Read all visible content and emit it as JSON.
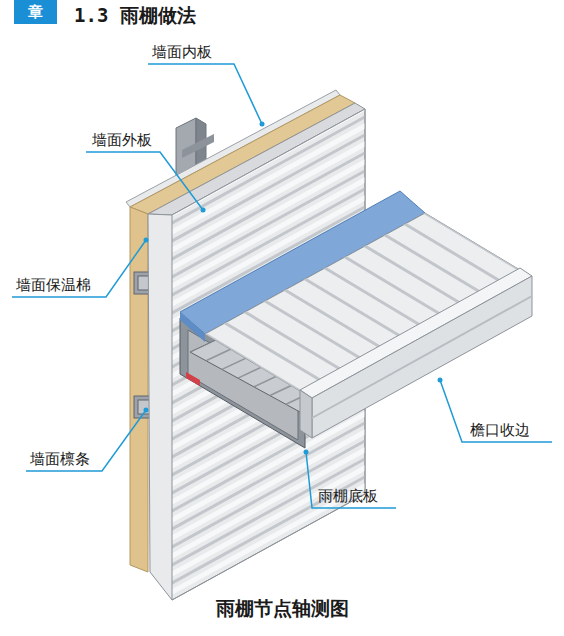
{
  "diagram": {
    "title": "1.3 雨棚做法",
    "caption": "雨棚节点轴测图",
    "nodes": [
      {
        "text": [
          "章"
        ]
      }
    ],
    "labels": [
      "墙面内板",
      "墙面外板",
      "墙面保温棉",
      "墙面檩条",
      "雨棚底板",
      "檐口收边"
    ]
  }
}
